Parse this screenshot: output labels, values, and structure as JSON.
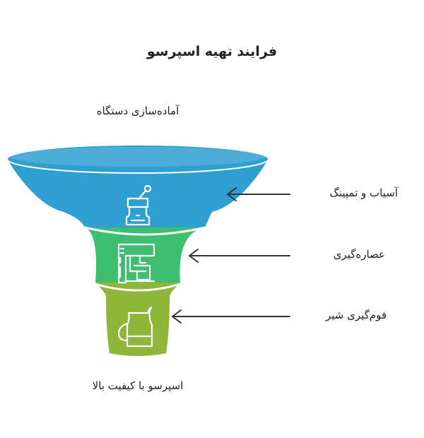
{
  "title": "فرایند تهیه اسپرسو",
  "input_label": "آماده‌سازی دستگاه",
  "output_label": "اسپرسو با کیفیت بالا",
  "stages": [
    {
      "label": "آسیاب و تمپینگ",
      "icon": "coffee-grinder-icon",
      "color": "#2f9fd2"
    },
    {
      "label": "عصاره‌گیری",
      "icon": "espresso-machine-icon",
      "color": "#3fbe70"
    },
    {
      "label": "فوم‌گیری شیر",
      "icon": "milk-pitcher-icon",
      "color": "#8fb63a"
    }
  ]
}
